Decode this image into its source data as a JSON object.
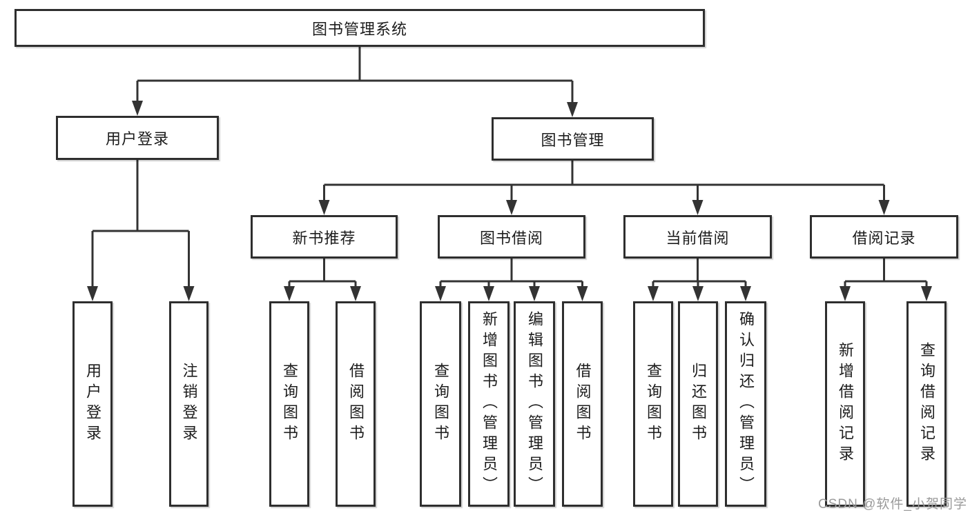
{
  "diagram": {
    "root": {
      "label": "图书管理系统"
    },
    "user_login": {
      "label": "用户登录",
      "children": [
        {
          "label": "用户登录"
        },
        {
          "label": "注销登录"
        }
      ]
    },
    "book_mgmt": {
      "label": "图书管理"
    },
    "new_book_rec": {
      "label": "新书推荐",
      "children": [
        {
          "label": "查询图书"
        },
        {
          "label": "借阅图书"
        }
      ]
    },
    "book_borrow": {
      "label": "图书借阅",
      "children": [
        {
          "label": "查询图书"
        },
        {
          "label": "新增图书（管理员）"
        },
        {
          "label": "编辑图书（管理员）"
        },
        {
          "label": "借阅图书"
        }
      ]
    },
    "current_borrow": {
      "label": "当前借阅",
      "children": [
        {
          "label": "查询图书"
        },
        {
          "label": "归还图书"
        },
        {
          "label": "确认归还（管理员）"
        }
      ]
    },
    "borrow_record": {
      "label": "借阅记录",
      "children": [
        {
          "label": "新增借阅记录"
        },
        {
          "label": "查询借阅记录"
        }
      ]
    }
  },
  "watermark": {
    "text": "CSDN @软件_小贺同学"
  },
  "colors": {
    "line": "#333333",
    "box_border": "#2e2e2e",
    "text": "#1c1c1c",
    "watermark": "#9a9a9a",
    "background": "#ffffff"
  }
}
